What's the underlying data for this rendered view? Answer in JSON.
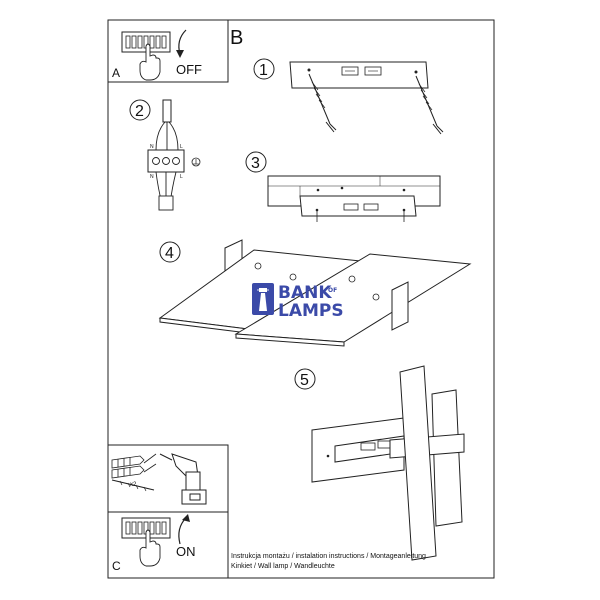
{
  "panels": {
    "a": {
      "letter": "A",
      "action": "OFF"
    },
    "b": {
      "letter": "B"
    },
    "c": {
      "letter": "C",
      "action": "ON"
    }
  },
  "steps": [
    {
      "number": "1"
    },
    {
      "number": "2"
    },
    {
      "number": "3"
    },
    {
      "number": "4"
    },
    {
      "number": "5"
    }
  ],
  "wiring": {
    "n": "N",
    "l": "L"
  },
  "tools": {
    "quantity": "x2"
  },
  "logo": {
    "line1": "BANK",
    "small": "OF",
    "line2": "LAMPS"
  },
  "caption": {
    "line1": "Instrukcja montażu / instalation instructions / Montageanleitung",
    "line2": "Kinkiet / Wall lamp / Wandleuchte"
  },
  "colors": {
    "line": "#222222",
    "logo": "#3b4aa8"
  },
  "icons": [
    "fuse-box-icon",
    "hand-icon",
    "rotate-arrow-icon",
    "drill-icon",
    "wall-plug-icon",
    "screw-icon",
    "ground-icon"
  ]
}
